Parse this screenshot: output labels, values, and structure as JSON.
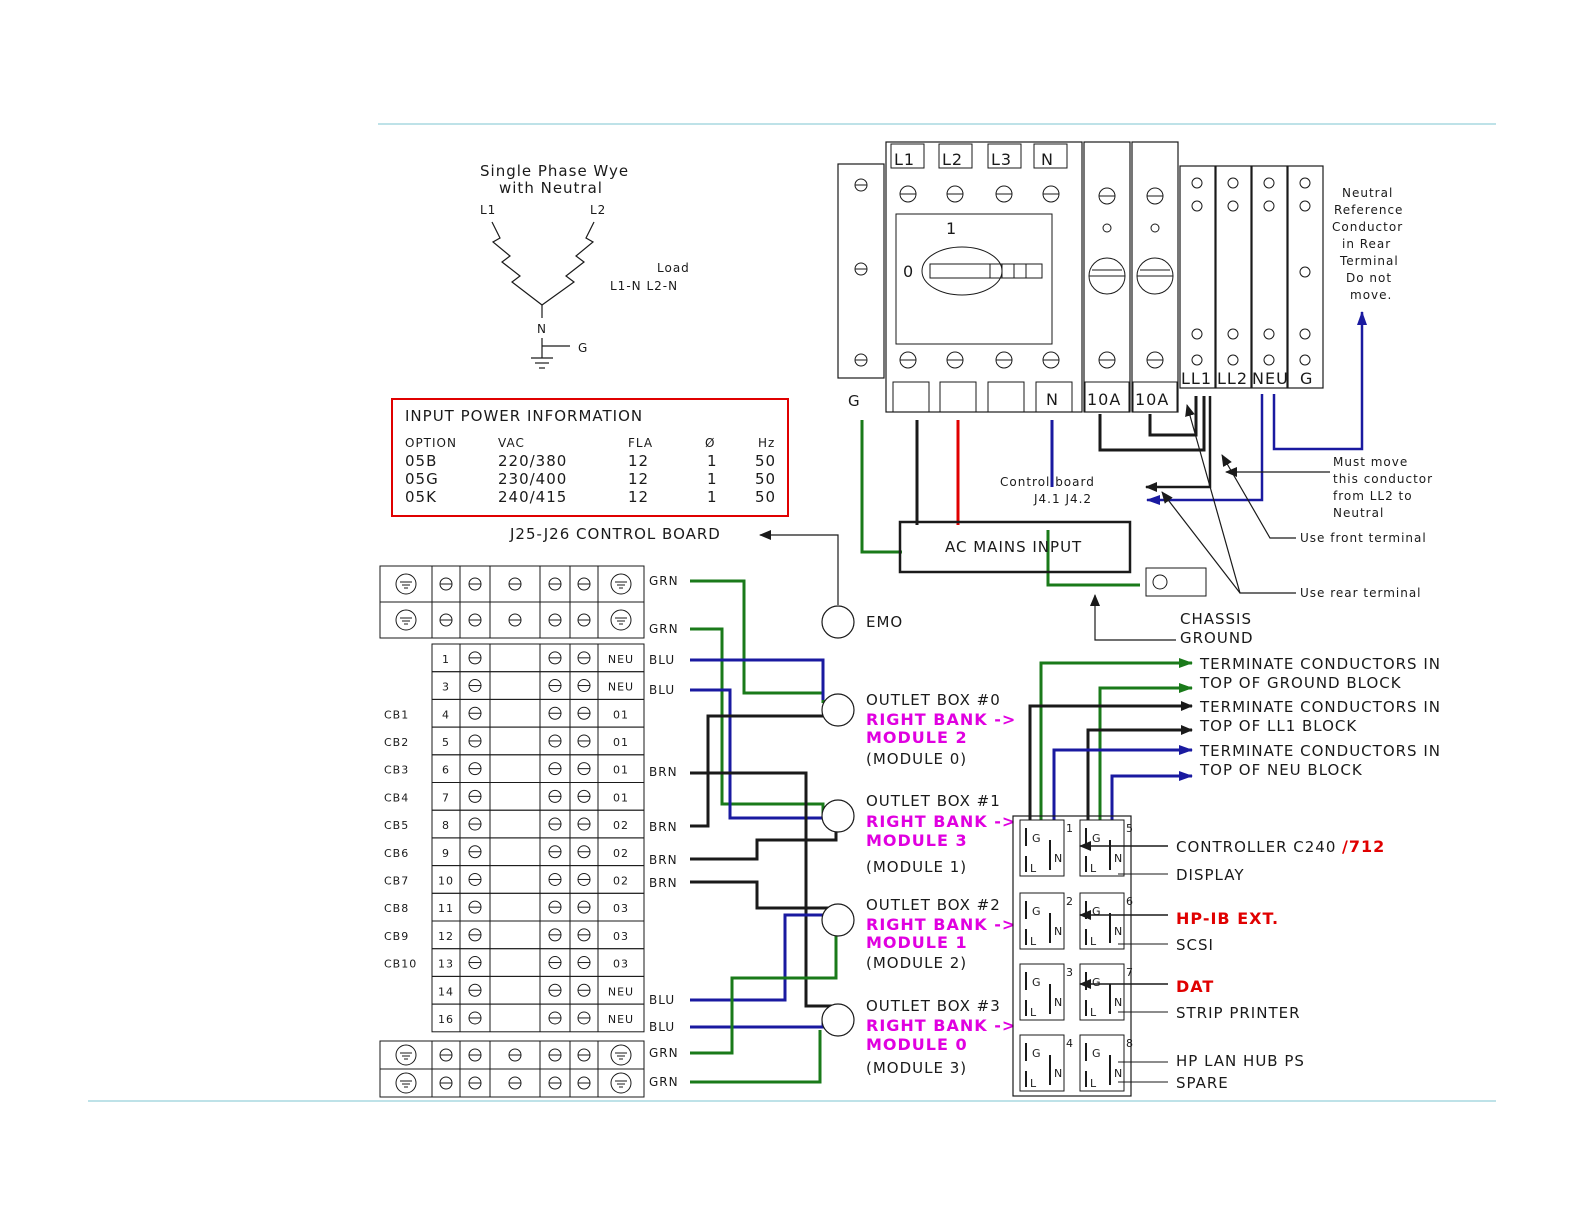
{
  "wye": {
    "title1": "Single Phase Wye",
    "title2": "with Neutral",
    "l1": "L1",
    "l2": "L2",
    "n": "N",
    "g": "G",
    "load": "Load",
    "load_conn": "L1-N  L2-N"
  },
  "input_power": {
    "title": "INPUT POWER INFORMATION",
    "headers": [
      "OPTION",
      "VAC",
      "FLA",
      "Ø",
      "Hz"
    ],
    "rows": [
      [
        "05B",
        "220/380",
        "12",
        "1",
        "50"
      ],
      [
        "05G",
        "230/400",
        "12",
        "1",
        "50"
      ],
      [
        "05K",
        "240/415",
        "12",
        "1",
        "50"
      ]
    ]
  },
  "breaker": {
    "top_labels": [
      "L1",
      "L2",
      "L3",
      "N"
    ],
    "bottom_labels": [
      "N",
      "10A",
      "10A"
    ],
    "switch_one": "1",
    "switch_zero": "0",
    "g": "G",
    "term_labels": [
      "LL1",
      "LL2",
      "NEU",
      "G"
    ]
  },
  "neutral_note": [
    "Neutral",
    "Reference",
    "Conductor",
    "in Rear",
    "Terminal",
    "Do not",
    "move."
  ],
  "must_move": [
    "Must move",
    "this conductor",
    "from LL2 to",
    "Neutral"
  ],
  "use_front": "Use front terminal",
  "use_rear": "Use rear terminal",
  "control_board": [
    "Control board",
    "J4.1  J4.2"
  ],
  "ac_mains": "AC MAINS INPUT",
  "j25": "J25-J26 CONTROL BOARD",
  "emo": "EMO",
  "chassis": [
    "CHASSIS",
    "GROUND"
  ],
  "terminate": [
    [
      "TERMINATE CONDUCTORS IN",
      "TOP OF GROUND BLOCK"
    ],
    [
      "TERMINATE CONDUCTORS IN",
      "TOP OF LL1 BLOCK"
    ],
    [
      "TERMINATE CONDUCTORS IN",
      "TOP OF NEU BLOCK"
    ]
  ],
  "cb_labels": [
    "CB1",
    "CB2",
    "CB3",
    "CB4",
    "CB5",
    "CB6",
    "CB7",
    "CB8",
    "CB9",
    "CB10"
  ],
  "block_rows": [
    {
      "num": "1",
      "col": "NEU"
    },
    {
      "num": "3",
      "col": "NEU"
    },
    {
      "num": "4",
      "col": "01"
    },
    {
      "num": "5",
      "col": "01"
    },
    {
      "num": "6",
      "col": "01"
    },
    {
      "num": "7",
      "col": "01"
    },
    {
      "num": "8",
      "col": "02"
    },
    {
      "num": "9",
      "col": "02"
    },
    {
      "num": "10",
      "col": "02"
    },
    {
      "num": "11",
      "col": "03"
    },
    {
      "num": "12",
      "col": "03"
    },
    {
      "num": "13",
      "col": "03"
    },
    {
      "num": "14",
      "col": "NEU"
    },
    {
      "num": "16",
      "col": "NEU"
    }
  ],
  "wire_labels": {
    "grn": "GRN",
    "blu": "BLU",
    "brn": "BRN"
  },
  "outlets": [
    {
      "title": "OUTLET BOX #0",
      "bank": "RIGHT BANK ->",
      "module": "MODULE 2",
      "paren": "(MODULE 0)"
    },
    {
      "title": "OUTLET BOX #1",
      "bank": "RIGHT BANK ->",
      "module": "MODULE 3",
      "paren": "(MODULE 1)"
    },
    {
      "title": "OUTLET BOX #2",
      "bank": "RIGHT BANK ->",
      "module": "MODULE 1",
      "paren": "(MODULE 2)"
    },
    {
      "title": "OUTLET BOX #3",
      "bank": "RIGHT BANK ->",
      "module": "MODULE 0",
      "paren": "(MODULE 3)"
    }
  ],
  "receptacle_nums": [
    "1",
    "5",
    "2",
    "6",
    "3",
    "7",
    "4",
    "8"
  ],
  "receptacle_letters": {
    "g": "G",
    "n": "N",
    "l": "L"
  },
  "devices": {
    "controller": "CONTROLLER C240",
    "controller_suffix": "/712",
    "display": "DISPLAY",
    "hpib": "HP-IB EXT.",
    "scsi": "SCSI",
    "dat": "DAT",
    "strip": "STRIP PRINTER",
    "lan": "HP LAN HUB PS",
    "spare": "SPARE"
  },
  "colors": {
    "green": "#1a7a1a",
    "blue": "#1a1aa0",
    "red": "#e00000",
    "brown": "#1a1a1a",
    "magenta": "#e000e0",
    "frame": "#a8d8e0"
  }
}
